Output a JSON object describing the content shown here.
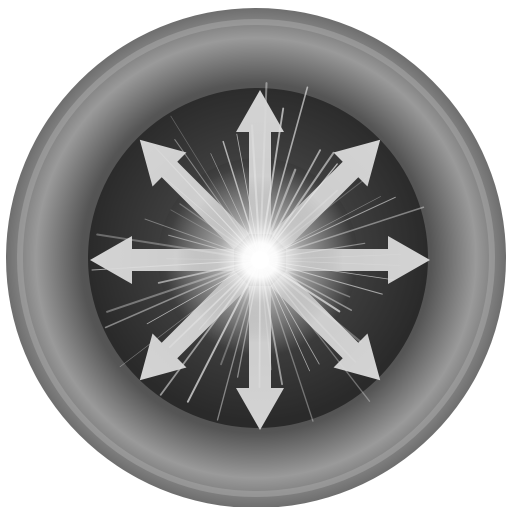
{
  "figure": {
    "arrow_count": 8,
    "arrow_directions_deg": [
      0,
      45,
      90,
      135,
      180,
      225,
      270,
      315
    ],
    "ray_count": 56,
    "colors": {
      "background": "#ffffff",
      "outer_rim": "#8c8c8c",
      "dark_band": "#3a3a3a",
      "inner_core": "#4a4a4a",
      "arrows": "#d8d8d8",
      "center_glow": "#ffffff"
    }
  }
}
